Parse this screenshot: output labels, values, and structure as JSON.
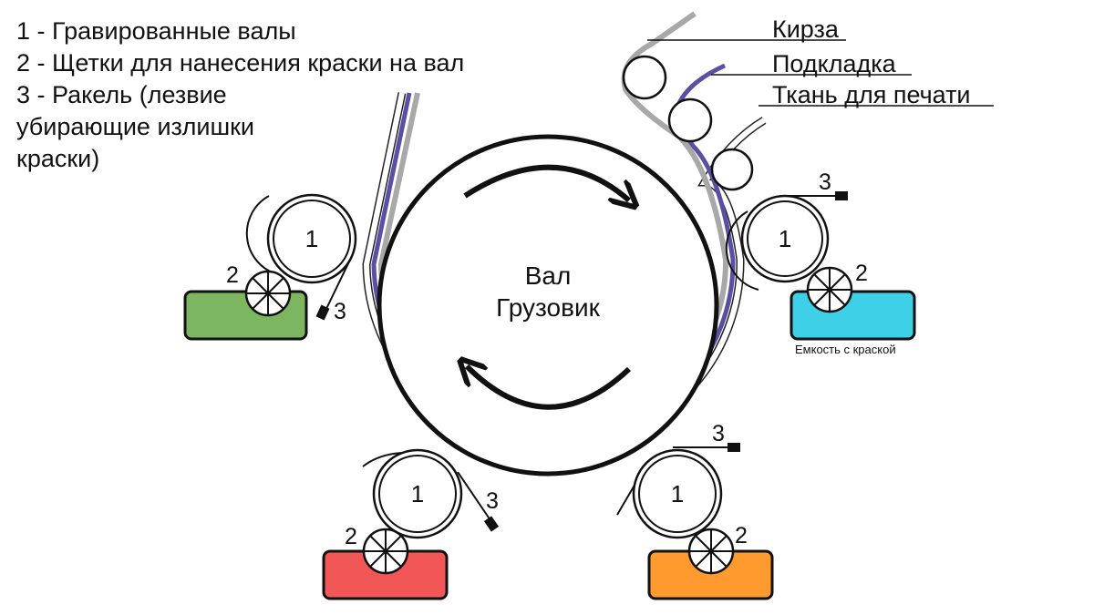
{
  "legend": {
    "line1": "1 - Гравированные валы",
    "line2": "2 - Щетки  для нанесения краски на вал",
    "line3a": "3 - Ракель (лезвие",
    "line3b": "убирающие излишки",
    "line3c": "краски)"
  },
  "layers": {
    "kirza": "Кирза",
    "podkladka": "Подкладка",
    "tkan": "Ткань для печати"
  },
  "central_drum": {
    "line1": "Вал",
    "line2": "Грузовик"
  },
  "callouts": {
    "engraved_roll": "1",
    "brush": "2",
    "doctor_blade": "3"
  },
  "ink_tank_caption": "Емкость с краской",
  "colors": {
    "green_ink": "#7cb661",
    "cyan_ink": "#3dd0e6",
    "red_ink": "#f25757",
    "orange_ink": "#ff9a2e",
    "substrate_purple": "#5a50a3",
    "blanket_gray": "#a8a8a8",
    "outline": "#111111"
  }
}
